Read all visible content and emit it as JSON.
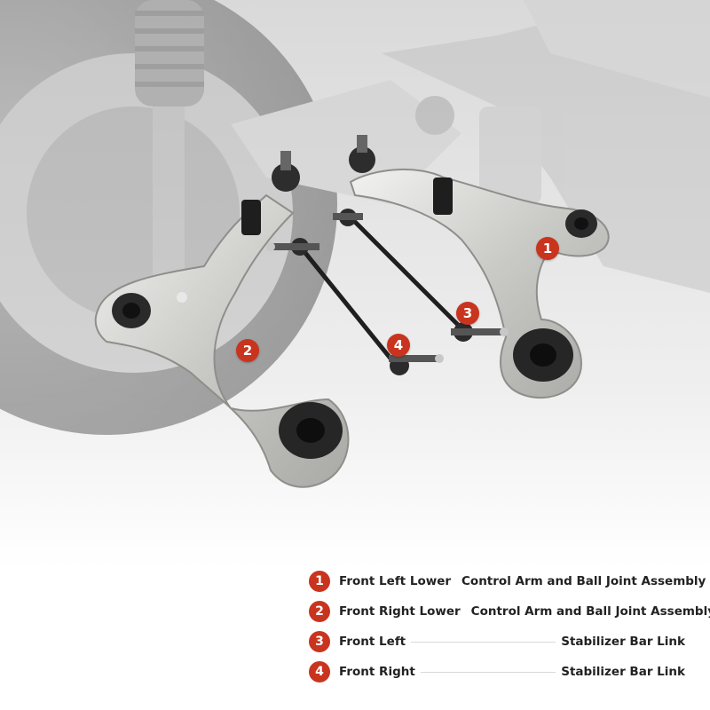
{
  "colors": {
    "accent": "#c9341f",
    "text": "#222222",
    "leader": "#d8d8d8"
  },
  "callouts": [
    {
      "number": "1"
    },
    {
      "number": "2"
    },
    {
      "number": "3"
    },
    {
      "number": "4"
    }
  ],
  "legend": [
    {
      "number": "1",
      "left": "Front Left Lower",
      "right": "Control Arm and Ball Joint Assembly"
    },
    {
      "number": "2",
      "left": "Front Right Lower",
      "right": "Control Arm and Ball Joint Assembly"
    },
    {
      "number": "3",
      "left": "Front Left",
      "right": "Stabilizer Bar Link"
    },
    {
      "number": "4",
      "left": "Front Right",
      "right": "Stabilizer Bar Link"
    }
  ]
}
